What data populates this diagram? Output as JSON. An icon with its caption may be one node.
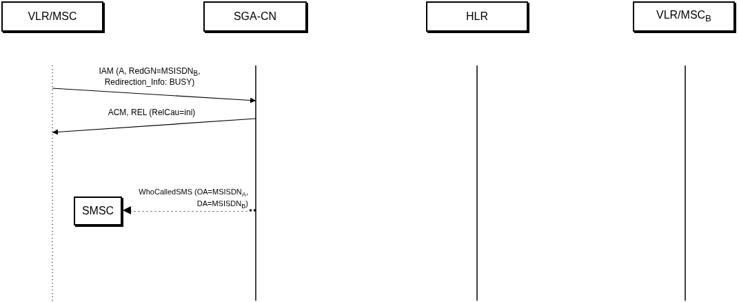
{
  "diagram": {
    "nodes": [
      {
        "text": [
          "VLR/MSC"
        ]
      },
      {
        "text": [
          "SGA-CN"
        ]
      },
      {
        "text": [
          "HLR"
        ]
      },
      {
        "text": [
          "VLR/MSC$_{B}$"
        ]
      },
      {
        "text": [
          "SMSC"
        ]
      }
    ],
    "edges": [
      {
        "from": 0,
        "to": 1,
        "arrow": "to",
        "label": "IAM (A, RedGN=MSISDN$_{B}$, Redirection_Info: BUSY)"
      },
      {
        "from": 1,
        "to": 0,
        "arrow": "to",
        "label": "ACM, REL (RelCau=ini)"
      },
      {
        "from": 1,
        "to": 4,
        "arrow": "to",
        "style": "dashed",
        "label": "WhoCalledSMS (OA=MSISDN$_{A}$, DA=MSISDN$_{B}$)"
      }
    ]
  }
}
